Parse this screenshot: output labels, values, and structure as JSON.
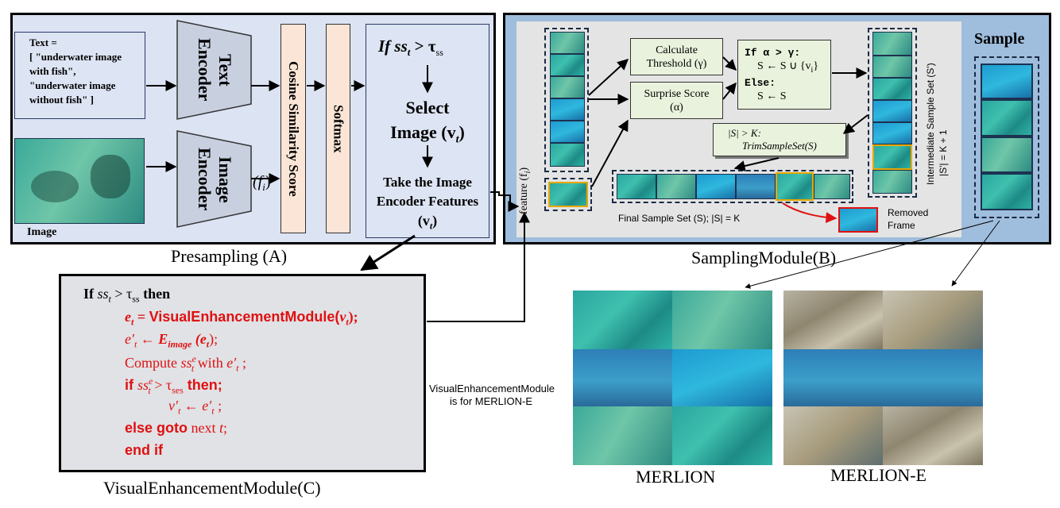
{
  "panel_a": {
    "caption": "Presampling (A)",
    "text_input": [
      "Text =",
      "[ \"underwater image",
      "with fish\",",
      " \"underwater image",
      "without fish\" ]"
    ],
    "text_encoder": "Text Encoder",
    "image_encoder": "Image Encoder",
    "image_label": "Image",
    "features_label": "(f",
    "features_sub": "i",
    "similarity": "Cosine Similarity Score",
    "softmax": "Softmax",
    "condition": "If ss",
    "condition_sub": "t",
    "condition_rest": " > τ",
    "condition_tau_sub": "ss",
    "select_1": "Select",
    "select_2": "Image (v",
    "select_sub": "t",
    "select_close": ")",
    "take_1": "Take the Image",
    "take_2": "Encoder Features",
    "take_3": "(v",
    "take_sub": "t",
    "take_close": ")"
  },
  "panel_b": {
    "caption": "SamplingModule(B)",
    "feature_label": "feature (f",
    "feature_sub": "i",
    "feature_close": ")",
    "calc_1": "Calculate",
    "calc_2": "Threshold (γ)",
    "surprise_1": "Surprise Score",
    "surprise_2": "(α)",
    "if_line": "If α > γ:",
    "union_line": "S ← S ∪ {v",
    "union_sub": "i",
    "union_close": "}",
    "else_line": "Else:",
    "assign_line": "S ← S",
    "trim_1": "|S| > K:",
    "trim_2": "TrimSampleSet(S)",
    "final_label": "Final Sample Set (S); |S| = K",
    "removed_1": "Removed",
    "removed_2": "Frame",
    "intermediate_1": "Intermediate Sample Set (S')",
    "intermediate_2": "|S'| = K + 1",
    "sample_title": "Sample"
  },
  "panel_c": {
    "caption": "VisualEnhancementModule(C)",
    "line1_if": "If ",
    "line1_ss": "ss",
    "line1_sub": "t",
    "line1_gt": " > τ",
    "line1_tau": "ss",
    "line1_then": " then",
    "line2_e": "e",
    "line2_sub": "t",
    "line2_eq": " = ",
    "line2_fn": "VisualEnhancementModule(",
    "line2_arg": "v",
    "line2_argsub": "t",
    "line2_end": ");",
    "line3_e": "e′",
    "line3_sub": "t",
    "line3_arrow": " ← ",
    "line3_E": "E",
    "line3_Esub": "image",
    "line3_arg": " (e",
    "line3_argsub": "t",
    "line3_end": ");",
    "line4_a": "Compute ",
    "line4_ss": "ss",
    "line4_sup": "e",
    "line4_sub": "t",
    "line4_with": " with ",
    "line4_e": "e′",
    "line4_esub": "t",
    "line4_end": " ;",
    "line5_if": "if ",
    "line5_ss": "ss",
    "line5_sup": "e",
    "line5_sub": "t",
    "line5_gt": " > τ",
    "line5_tau": "ses",
    "line5_then": " then;",
    "line6_v": "v′",
    "line6_sub": "t",
    "line6_arrow": " ← ",
    "line6_e": "e′",
    "line6_esub": "t",
    "line6_end": " ;",
    "line7_a": "else goto",
    "line7_b": " next ",
    "line7_t": "t",
    "line7_end": ";",
    "line8": "end if"
  },
  "note": [
    "VisualEnhancementModule",
    "is for MERLION-E"
  ],
  "datasets": {
    "merlion": "MERLION",
    "merlion_e": "MERLION-E"
  },
  "colors": {
    "panel_a_bg": "#dce3f2",
    "panel_b_bg": "#9fbddc",
    "encoder_fill": "#c8d0e0",
    "bar_fill": "#fbe5d6",
    "green_box": "#e9f2dc",
    "highlight": "#e8a800",
    "removed": "#e01010"
  }
}
